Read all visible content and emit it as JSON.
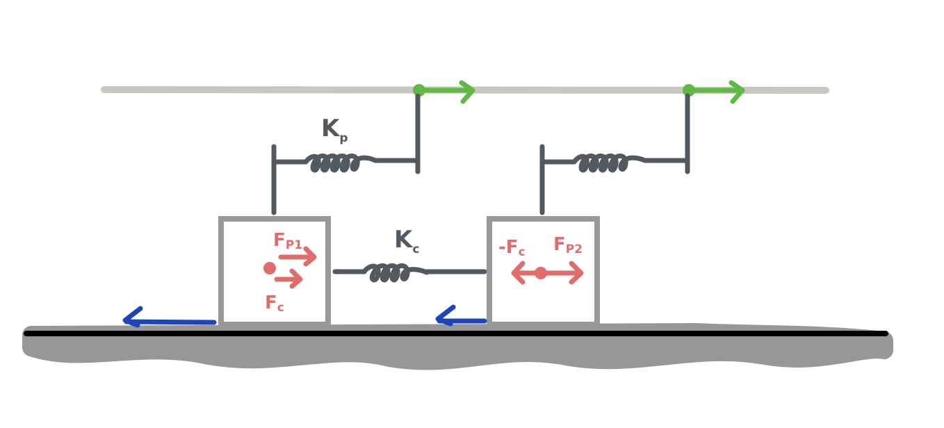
{
  "labels": {
    "kp": "K",
    "kp_sub": "p",
    "kc": "K",
    "kc_sub": "c",
    "fp1": "F",
    "fp1_sub": "P1",
    "fc1": "F",
    "fc1_sub": "c",
    "minus_fc": "-F",
    "minus_fc_sub": "c",
    "fp2": "F",
    "fp2_sub": "P2"
  },
  "colors": {
    "rail": "#c9c6bf",
    "rod": "#525a5f",
    "block": "#999999",
    "ground": "#000000",
    "ground_hatch": "#979797",
    "force": "#e06c6c",
    "velocity": "#62b845",
    "friction": "#1d45b8"
  }
}
